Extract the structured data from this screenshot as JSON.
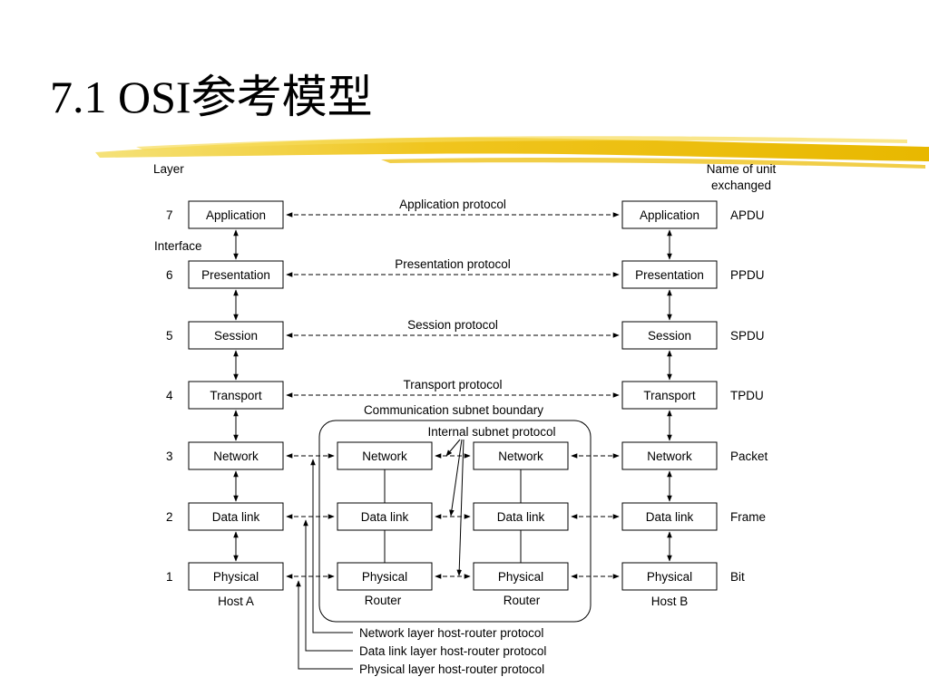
{
  "slide": {
    "title": "7.1  OSI参考模型"
  },
  "diagram": {
    "layer_header": "Layer",
    "unit_header": [
      "Name of unit",
      "exchanged"
    ],
    "interface_label": "Interface",
    "layers": [
      {
        "num": "7",
        "name": "Application",
        "unit": "APDU",
        "protocol": "Application protocol"
      },
      {
        "num": "6",
        "name": "Presentation",
        "unit": "PPDU",
        "protocol": "Presentation protocol"
      },
      {
        "num": "5",
        "name": "Session",
        "unit": "SPDU",
        "protocol": "Session protocol"
      },
      {
        "num": "4",
        "name": "Transport",
        "unit": "TPDU",
        "protocol": "Transport protocol"
      },
      {
        "num": "3",
        "name": "Network",
        "unit": "Packet"
      },
      {
        "num": "2",
        "name": "Data link",
        "unit": "Frame"
      },
      {
        "num": "1",
        "name": "Physical",
        "unit": "Bit"
      }
    ],
    "host_a": "Host A",
    "host_b": "Host B",
    "router_label": "Router",
    "subnet_boundary": "Communication subnet boundary",
    "internal_subnet_protocol": "Internal subnet protocol",
    "host_router_protocols": [
      "Network layer host-router protocol",
      "Data link layer host-router protocol",
      "Physical layer host-router protocol"
    ]
  }
}
